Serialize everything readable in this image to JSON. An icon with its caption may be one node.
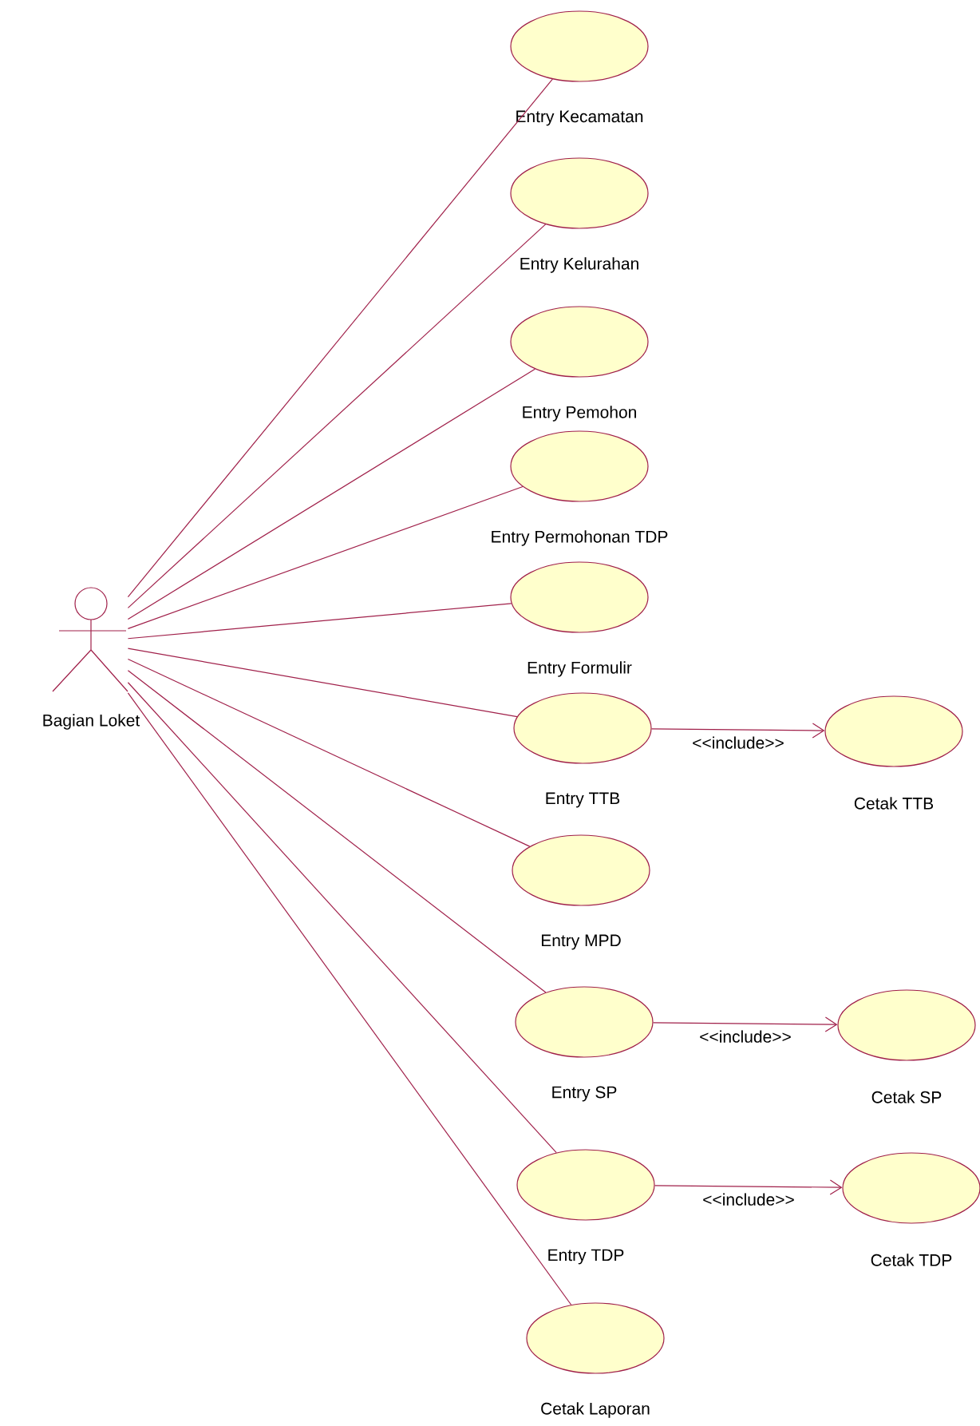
{
  "diagram": {
    "nodes": [
      {
        "text": [
          "Bagian Loket"
        ]
      },
      {
        "text": [
          "Entry Kecamatan"
        ]
      },
      {
        "text": [
          "Entry Kelurahan"
        ]
      },
      {
        "text": [
          "Entry Pemohon"
        ]
      },
      {
        "text": [
          "Entry Permohonan TDP"
        ]
      },
      {
        "text": [
          "Entry Formulir"
        ]
      },
      {
        "text": [
          "Entry TTB"
        ]
      },
      {
        "text": [
          "Cetak TTB"
        ]
      },
      {
        "text": [
          "Entry MPD"
        ]
      },
      {
        "text": [
          "Entry SP"
        ]
      },
      {
        "text": [
          "Cetak SP"
        ]
      },
      {
        "text": [
          "Entry TDP"
        ]
      },
      {
        "text": [
          "Cetak TDP"
        ]
      },
      {
        "text": [
          "Cetak Laporan"
        ]
      }
    ],
    "edges": [
      {
        "from": 0,
        "to": 1,
        "arrow": "none"
      },
      {
        "from": 0,
        "to": 2,
        "arrow": "none"
      },
      {
        "from": 0,
        "to": 3,
        "arrow": "none"
      },
      {
        "from": 0,
        "to": 4,
        "arrow": "none"
      },
      {
        "from": 0,
        "to": 5,
        "arrow": "none"
      },
      {
        "from": 0,
        "to": 6,
        "arrow": "none"
      },
      {
        "from": 0,
        "to": 8,
        "arrow": "none"
      },
      {
        "from": 0,
        "to": 9,
        "arrow": "none"
      },
      {
        "from": 0,
        "to": 11,
        "arrow": "none"
      },
      {
        "from": 0,
        "to": 13,
        "arrow": "none"
      },
      {
        "from": 6,
        "to": 7,
        "arrow": "to",
        "label": "<<include>>"
      },
      {
        "from": 9,
        "to": 10,
        "arrow": "to",
        "label": "<<include>>"
      },
      {
        "from": 11,
        "to": 12,
        "arrow": "to",
        "label": "<<include>>"
      }
    ]
  }
}
